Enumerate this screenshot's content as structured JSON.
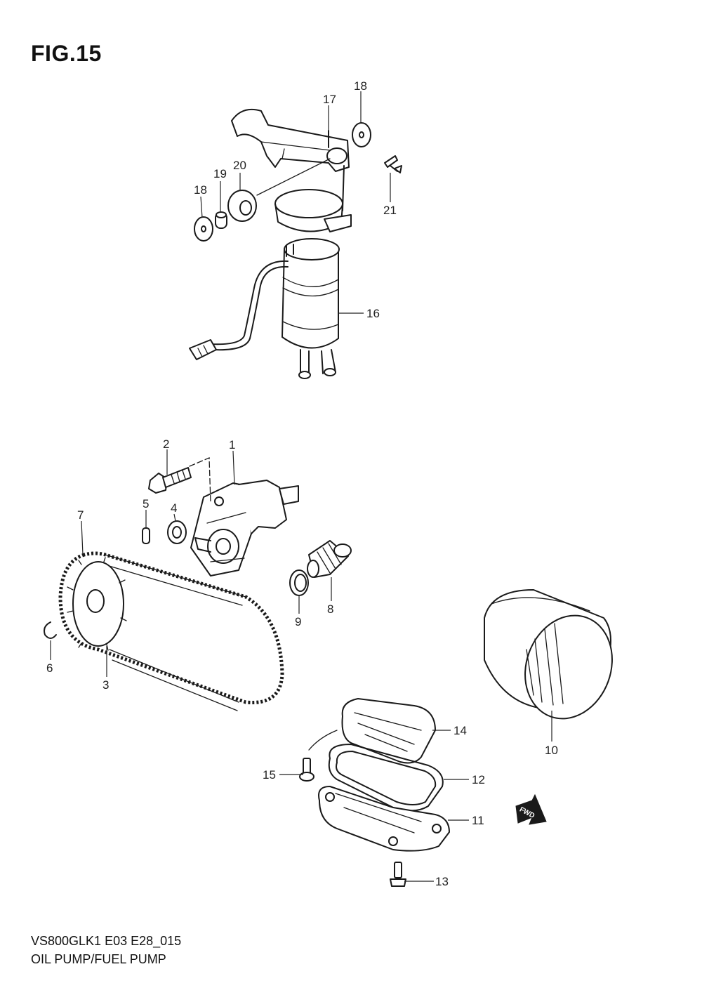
{
  "figure": {
    "title": "FIG.15",
    "model_code": "VS800GLK1 E03 E28_015",
    "caption": "OIL PUMP/FUEL PUMP"
  },
  "callouts": [
    {
      "id": "1",
      "label": "1"
    },
    {
      "id": "2",
      "label": "2"
    },
    {
      "id": "3",
      "label": "3"
    },
    {
      "id": "4",
      "label": "4"
    },
    {
      "id": "5",
      "label": "5"
    },
    {
      "id": "6",
      "label": "6"
    },
    {
      "id": "7",
      "label": "7"
    },
    {
      "id": "8",
      "label": "8"
    },
    {
      "id": "9",
      "label": "9"
    },
    {
      "id": "10",
      "label": "10"
    },
    {
      "id": "11",
      "label": "11"
    },
    {
      "id": "12",
      "label": "12"
    },
    {
      "id": "13",
      "label": "13"
    },
    {
      "id": "14",
      "label": "14"
    },
    {
      "id": "15",
      "label": "15"
    },
    {
      "id": "16",
      "label": "16"
    },
    {
      "id": "17",
      "label": "17"
    },
    {
      "id": "18a",
      "label": "18"
    },
    {
      "id": "18b",
      "label": "18"
    },
    {
      "id": "19",
      "label": "19"
    },
    {
      "id": "20",
      "label": "20"
    },
    {
      "id": "21",
      "label": "21"
    }
  ],
  "fwd_arrow": {
    "label": "FWD"
  },
  "colors": {
    "ink": "#1a1a1a",
    "background": "#ffffff"
  }
}
